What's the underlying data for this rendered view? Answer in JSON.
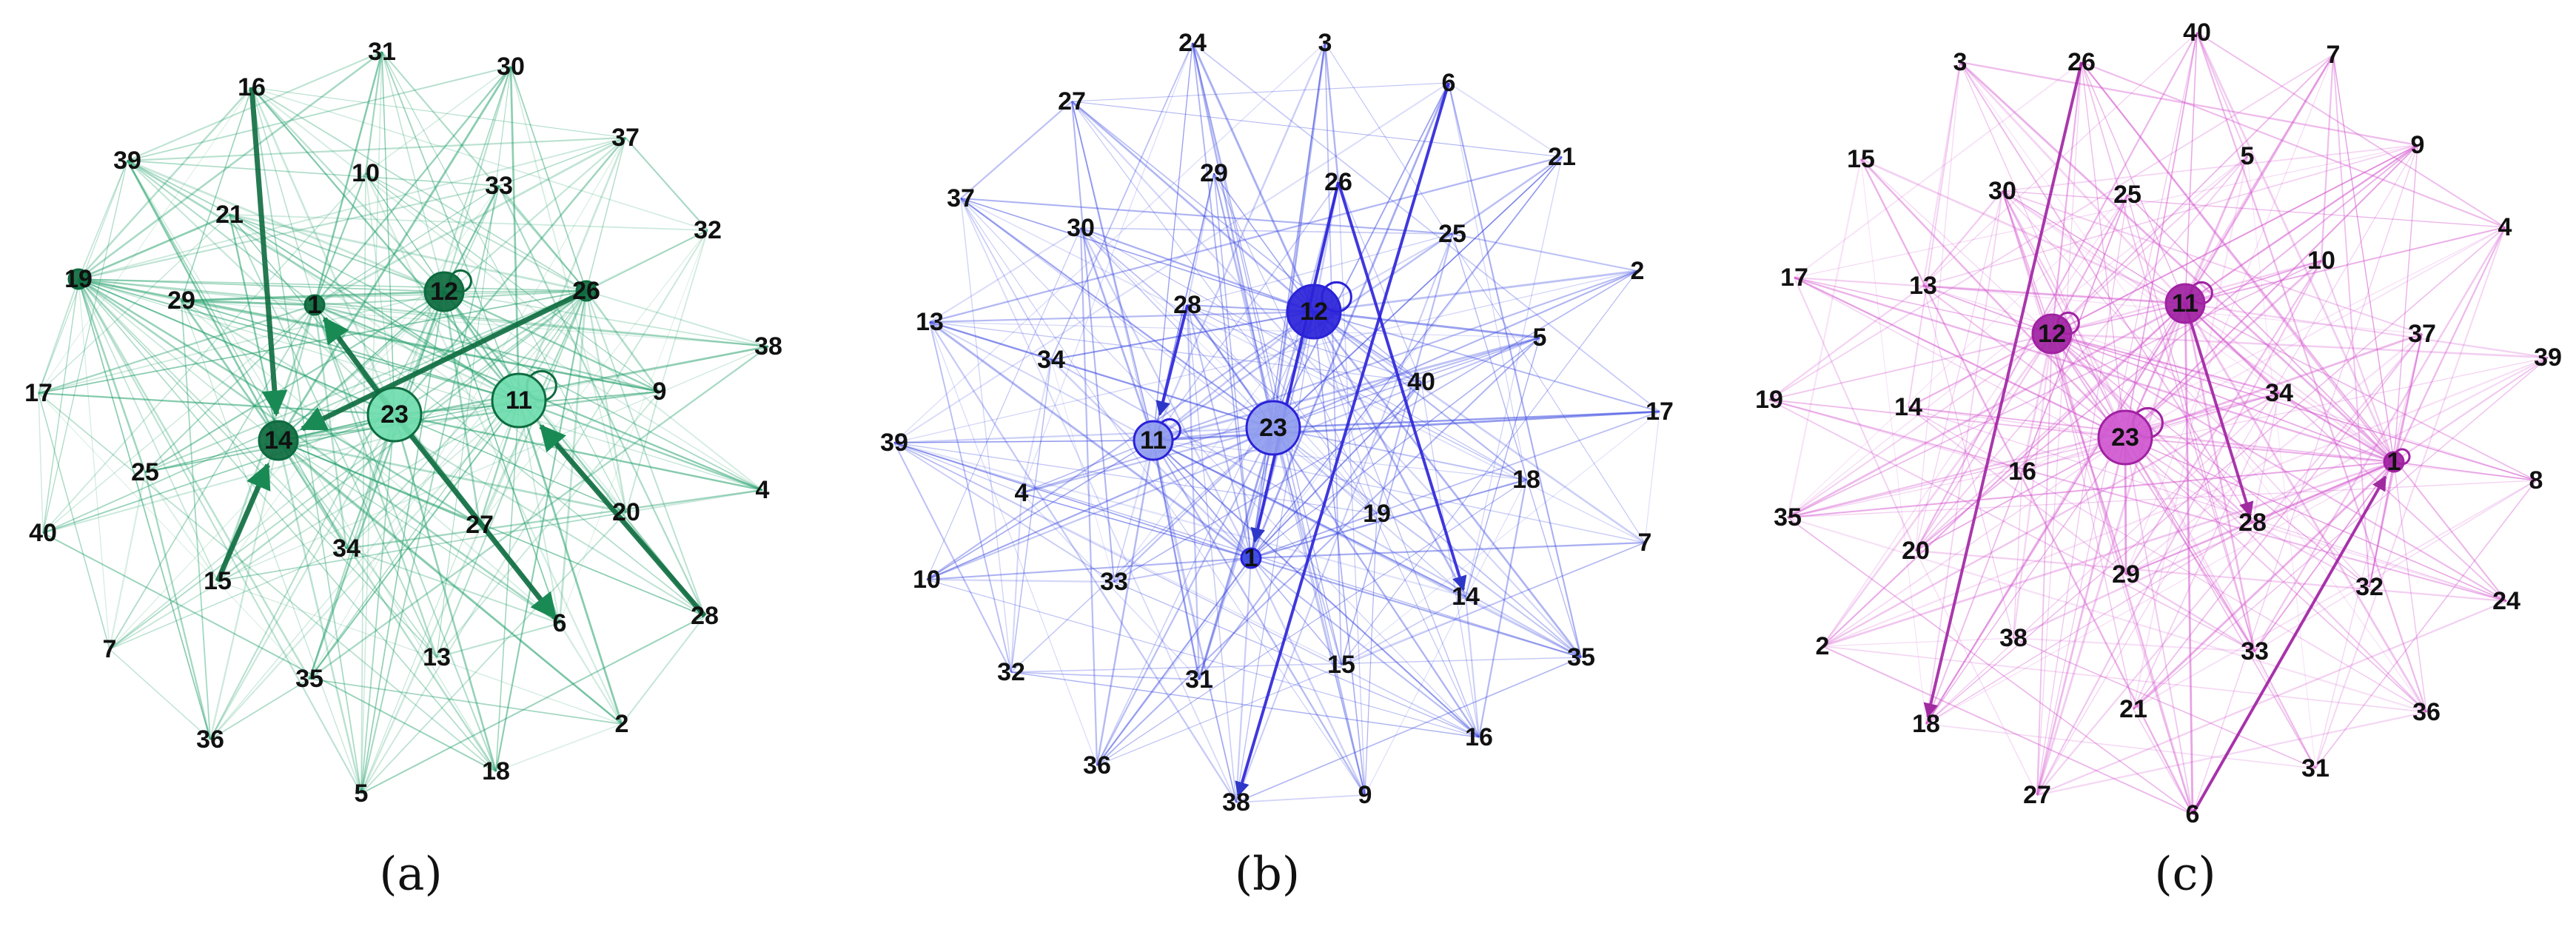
{
  "panels": [
    {
      "caption": "(a)",
      "edge_color": "#1f9e68",
      "node_fill_dark": "#0e6b3f",
      "node_fill_light": "#6fdcae",
      "nodes": [
        {
          "id": "31",
          "size": 0
        },
        {
          "id": "16",
          "size": 0
        },
        {
          "id": "30",
          "size": 0
        },
        {
          "id": "39",
          "size": 0
        },
        {
          "id": "10",
          "size": 0
        },
        {
          "id": "37",
          "size": 0
        },
        {
          "id": "33",
          "size": 0
        },
        {
          "id": "21",
          "size": 0
        },
        {
          "id": "32",
          "size": 0
        },
        {
          "id": "19",
          "size": 1
        },
        {
          "id": "1",
          "size": 1
        },
        {
          "id": "12",
          "size": 2,
          "shade": "dark"
        },
        {
          "id": "26",
          "size": 1
        },
        {
          "id": "38",
          "size": 0
        },
        {
          "id": "29",
          "size": 0
        },
        {
          "id": "17",
          "size": 0
        },
        {
          "id": "9",
          "size": 0
        },
        {
          "id": "23",
          "size": 3,
          "shade": "light"
        },
        {
          "id": "11",
          "size": 3,
          "shade": "light"
        },
        {
          "id": "14",
          "size": 2,
          "shade": "dark"
        },
        {
          "id": "25",
          "size": 0
        },
        {
          "id": "4",
          "size": 0
        },
        {
          "id": "40",
          "size": 0
        },
        {
          "id": "20",
          "size": 0
        },
        {
          "id": "27",
          "size": 0
        },
        {
          "id": "15",
          "size": 0
        },
        {
          "id": "34",
          "size": 0
        },
        {
          "id": "28",
          "size": 0
        },
        {
          "id": "6",
          "size": 0
        },
        {
          "id": "7",
          "size": 0
        },
        {
          "id": "35",
          "size": 0
        },
        {
          "id": "13",
          "size": 0
        },
        {
          "id": "36",
          "size": 0
        },
        {
          "id": "2",
          "size": 0
        },
        {
          "id": "18",
          "size": 0
        },
        {
          "id": "5",
          "size": 0
        }
      ],
      "bold_edges": [
        [
          "16",
          "14"
        ],
        [
          "26",
          "14"
        ],
        [
          "23",
          "1"
        ],
        [
          "23",
          "6"
        ],
        [
          "28",
          "11"
        ],
        [
          "15",
          "14"
        ]
      ],
      "self_loops": [
        "12",
        "11"
      ]
    },
    {
      "caption": "(b)",
      "edge_color": "#3a48e0",
      "node_fill_dark": "#2a22d8",
      "node_fill_light": "#8f9cee",
      "nodes": [
        {
          "id": "24",
          "size": 0
        },
        {
          "id": "3",
          "size": 0
        },
        {
          "id": "6",
          "size": 0
        },
        {
          "id": "27",
          "size": 0
        },
        {
          "id": "21",
          "size": 0
        },
        {
          "id": "29",
          "size": 0
        },
        {
          "id": "26",
          "size": 0
        },
        {
          "id": "37",
          "size": 0
        },
        {
          "id": "30",
          "size": 0
        },
        {
          "id": "25",
          "size": 0
        },
        {
          "id": "2",
          "size": 0
        },
        {
          "id": "13",
          "size": 0
        },
        {
          "id": "28",
          "size": 0
        },
        {
          "id": "12",
          "size": 3,
          "shade": "dark"
        },
        {
          "id": "5",
          "size": 0
        },
        {
          "id": "34",
          "size": 0
        },
        {
          "id": "40",
          "size": 0
        },
        {
          "id": "17",
          "size": 0
        },
        {
          "id": "39",
          "size": 0
        },
        {
          "id": "11",
          "size": 2,
          "shade": "light"
        },
        {
          "id": "23",
          "size": 3,
          "shade": "light"
        },
        {
          "id": "18",
          "size": 0
        },
        {
          "id": "4",
          "size": 0
        },
        {
          "id": "19",
          "size": 0
        },
        {
          "id": "7",
          "size": 0
        },
        {
          "id": "10",
          "size": 0
        },
        {
          "id": "1",
          "size": 1,
          "shade": "mid"
        },
        {
          "id": "33",
          "size": 0
        },
        {
          "id": "14",
          "size": 0
        },
        {
          "id": "35",
          "size": 0
        },
        {
          "id": "32",
          "size": 0
        },
        {
          "id": "31",
          "size": 0
        },
        {
          "id": "15",
          "size": 0
        },
        {
          "id": "16",
          "size": 0
        },
        {
          "id": "36",
          "size": 0
        },
        {
          "id": "9",
          "size": 0
        },
        {
          "id": "38",
          "size": 0
        }
      ],
      "bold_edges": [
        [
          "28",
          "11"
        ],
        [
          "6",
          "38"
        ],
        [
          "26",
          "14"
        ],
        [
          "26",
          "1"
        ]
      ],
      "self_loops": [
        "12",
        "11"
      ]
    },
    {
      "caption": "(c)",
      "edge_color": "#d24fcc",
      "node_fill_dark": "#a022a2",
      "node_fill_light": "#cf57cf",
      "nodes": [
        {
          "id": "40",
          "size": 0
        },
        {
          "id": "7",
          "size": 0
        },
        {
          "id": "3",
          "size": 0
        },
        {
          "id": "26",
          "size": 0
        },
        {
          "id": "9",
          "size": 0
        },
        {
          "id": "15",
          "size": 0
        },
        {
          "id": "5",
          "size": 0
        },
        {
          "id": "30",
          "size": 0
        },
        {
          "id": "25",
          "size": 0
        },
        {
          "id": "4",
          "size": 0
        },
        {
          "id": "10",
          "size": 0
        },
        {
          "id": "17",
          "size": 0
        },
        {
          "id": "13",
          "size": 0
        },
        {
          "id": "11",
          "size": 2,
          "shade": "dark"
        },
        {
          "id": "12",
          "size": 2,
          "shade": "dark"
        },
        {
          "id": "37",
          "size": 0
        },
        {
          "id": "39",
          "size": 0
        },
        {
          "id": "19",
          "size": 0
        },
        {
          "id": "14",
          "size": 0
        },
        {
          "id": "34",
          "size": 0
        },
        {
          "id": "23",
          "size": 3,
          "shade": "light"
        },
        {
          "id": "1",
          "size": 1,
          "shade": "dark"
        },
        {
          "id": "16",
          "size": 0
        },
        {
          "id": "8",
          "size": 0
        },
        {
          "id": "35",
          "size": 0
        },
        {
          "id": "28",
          "size": 0
        },
        {
          "id": "20",
          "size": 0
        },
        {
          "id": "29",
          "size": 0
        },
        {
          "id": "32",
          "size": 0
        },
        {
          "id": "24",
          "size": 0
        },
        {
          "id": "2",
          "size": 0
        },
        {
          "id": "38",
          "size": 0
        },
        {
          "id": "33",
          "size": 0
        },
        {
          "id": "36",
          "size": 0
        },
        {
          "id": "21",
          "size": 0
        },
        {
          "id": "18",
          "size": 0
        },
        {
          "id": "31",
          "size": 0
        },
        {
          "id": "27",
          "size": 0
        },
        {
          "id": "6",
          "size": 0
        }
      ],
      "bold_edges": [
        [
          "26",
          "18"
        ],
        [
          "6",
          "1"
        ],
        [
          "11",
          "28"
        ]
      ],
      "self_loops": [
        "12",
        "11",
        "23",
        "1"
      ]
    }
  ]
}
